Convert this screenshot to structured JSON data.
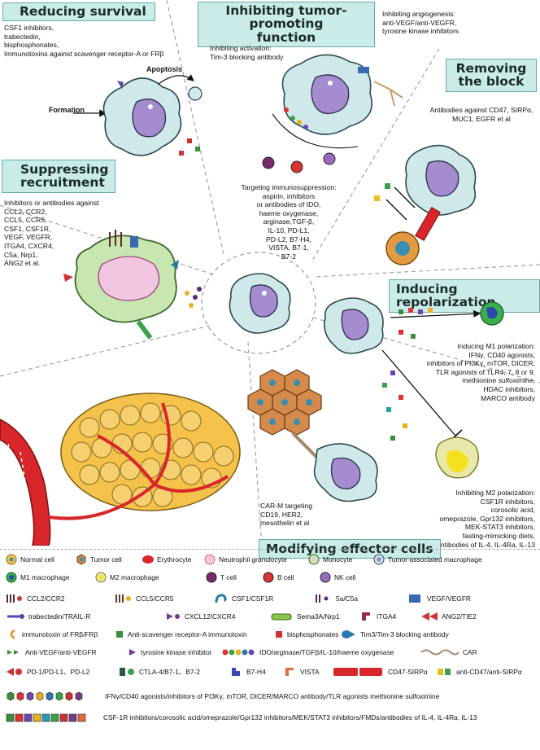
{
  "panels": {
    "reducing_survival": {
      "title": "Reducing survival",
      "lines": [
        "CSF1 inhibitors,",
        "trabectedin,",
        "bisphosphonates,",
        "Immunotoxins against scavenger receptor-A or FRβ"
      ],
      "apoptosis_label": "Apoptosis",
      "formation_label": "Formation"
    },
    "inhibiting_tumor": {
      "title_line1": "Inhibiting tumor-promoting",
      "title_line2": "function",
      "activation_lines": [
        "Inhibiting activation:",
        "Tim-3 blocking antibody"
      ],
      "angiogenesis_lines": [
        "Inhibiting angiogenesis:",
        "anti-VEGF/anti-VEGFR,",
        "tyrosine kinase inhibitors"
      ],
      "immunosuppression_lines": [
        "Targeting immunosuppression:",
        "aspirin, inhibitors",
        "or antibodies of IDO,",
        "haeme oxygenase,",
        "arginase,TGF-β,",
        "IL-10, PD-L1,",
        "PD-L2, B7-H4,",
        "VISTA, B7-1,",
        "B7-2"
      ]
    },
    "removing_block": {
      "title_line1": "Removing",
      "title_line2": "the block",
      "lines": [
        "Antibodies against CD47, SIRPα,",
        "MUC1, EGFR et al"
      ]
    },
    "suppressing_recruitment": {
      "title_line1": "Suppressing",
      "title_line2": "recruitment",
      "lines": [
        "Inhibitors or antibodies against",
        "CCL2, CCR2,",
        "CCL5, CCR5,",
        "CSF1, CSF1R,",
        "VEGF, VEGFR,",
        "ITGA4, CXCR4,",
        "C5a, Nrp1,",
        "ANG2 et al."
      ]
    },
    "inducing_repolarization": {
      "title": "Inducing repolarization",
      "m1_lines": [
        "Inducing M1 polarization:",
        "IFNγ, CD40 agonists,",
        "inhibitors of PI3Kγ, mTOR, DICER,",
        "TLR agonists of TLR4, 7, 8 or 9,",
        "methionine sulfoximine,",
        "HDAC inhibitors,",
        "MARCO antibody"
      ],
      "m2_lines": [
        "Inhibiting M2 polarization:",
        "CSF1R inhibitors,",
        "corosolic acid,",
        "omeprazole, Gpr132 inhibitors,",
        "MEK-STAT3 inhibitors,",
        "fasting-mimicking diets,",
        "antibodies of IL-4, IL-4Ra, IL-13"
      ]
    },
    "modifying_effector": {
      "title": "Modifying effector cells",
      "lines": [
        "CAR-M targeting",
        "CD19, HER2,",
        "mesothelin et al"
      ]
    }
  },
  "legend": {
    "row1": [
      "Normal cell",
      "Tumor cell",
      "Erythrocyte",
      "Neutrophil granulocyte",
      "Monocyte",
      "Tumor-associated macrophage"
    ],
    "row2": [
      "M1 macrophage",
      "M2 macrophage",
      "T cell",
      "B cell",
      "NK cell"
    ],
    "row3": [
      "CCL2/CCR2",
      "CCL5/CCR5",
      "CSF1/CSF1R",
      "5a/C5a",
      "VEGF/VEGFR"
    ],
    "row4": [
      "trabectedin/TRAIL-R",
      "CXCL12/CXCR4",
      "Sema3A/Nrp1",
      "ITGA4",
      "ANG2/TIE2"
    ],
    "row5": [
      "immunotoxin of FRβ/FRβ",
      "Anti-scavenger receptor-A immunotoxin",
      "bisphosphonates",
      "Tim3/Tim-3 blocking antibody"
    ],
    "row6": [
      "Anti-VEGF/anti-VEGFR",
      "tyrosine kinase inhibitor",
      "IDO/arginase/TGFβ/IL-10/haeme oxygenase",
      "CAR"
    ],
    "row7": [
      "PD-1/PD-L1、PD-L2",
      "CTLA-4/B7-1、B7-2",
      "B7-H4",
      "VISTA",
      "CD47-SIRPα",
      "anti-CD47/anti-SIRPα"
    ],
    "row8": "IFNγ/CD40 agonists/inhibitors of PI3Kγ, mTOR, DICER/MARCO antibody/TLR agonists methionine sulfoximine",
    "row9": "CSF-1R inhibitors/corosolic acid/omeprazole/Gpr132 inhibitors/MEK/STAT3 inhibitors/FMDs/antibodies of IL-4, IL-4Ra, IL-13"
  },
  "colors": {
    "title_bg": "#c9ece9",
    "macrophage_body": "#cfe9ea",
    "nucleus": "#a48ccf",
    "tumor_cell": "#f4c24a",
    "vessel": "#d9262b"
  }
}
